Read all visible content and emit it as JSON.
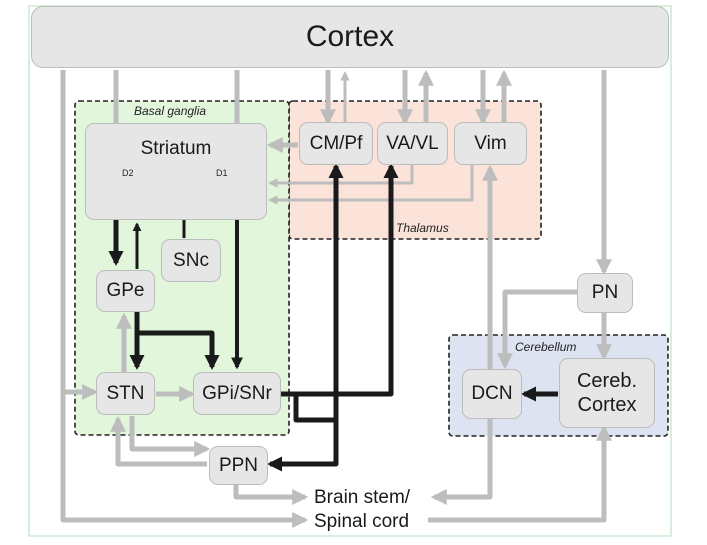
{
  "title": "Cortex",
  "groups": {
    "basal_ganglia": "Basal ganglia",
    "thalamus": "Thalamus",
    "cerebellum": "Cerebellum"
  },
  "nodes": {
    "striatum": "Striatum",
    "snc": "SNc",
    "gpe": "GPe",
    "stn": "STN",
    "gpi_snr": "GPi/SNr",
    "ppn": "PPN",
    "cm_pf": "CM/Pf",
    "va_vl": "VA/VL",
    "vim": "Vim",
    "pn": "PN",
    "dcn": "DCN",
    "cereb_cortex_line1": "Cereb.",
    "cereb_cortex_line2": "Cortex",
    "brainstem_line1": "Brain stem/",
    "brainstem_line2": "Spinal cord"
  },
  "receptors": {
    "d2": "D2",
    "d1": "D1"
  },
  "colors": {
    "basal_ganglia_fill": "#e2f6dc",
    "thalamus_fill": "#fbe3da",
    "cerebellum_fill": "#dde3f0",
    "node_fill": "#e6e6e6",
    "gray_arrow": "#bdbdbd",
    "dark_arrow": "#1a1a1a"
  }
}
